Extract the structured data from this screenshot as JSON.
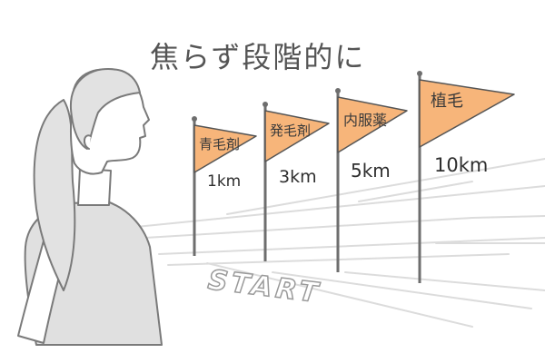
{
  "headline": "焦らず段階的に",
  "track_label": "START",
  "flags": [
    {
      "label": "青毛剤",
      "distance": "1km"
    },
    {
      "label": "発毛剤",
      "distance": "3km"
    },
    {
      "label": "内服薬",
      "distance": "5km"
    },
    {
      "label": "植毛",
      "distance": "10km"
    }
  ],
  "colors": {
    "flag_fill": "#f7b57a",
    "pole": "#6e6e6e",
    "track_line": "#dcdcdc",
    "figure_fill": "#e2e2e2",
    "text": "#555555"
  }
}
